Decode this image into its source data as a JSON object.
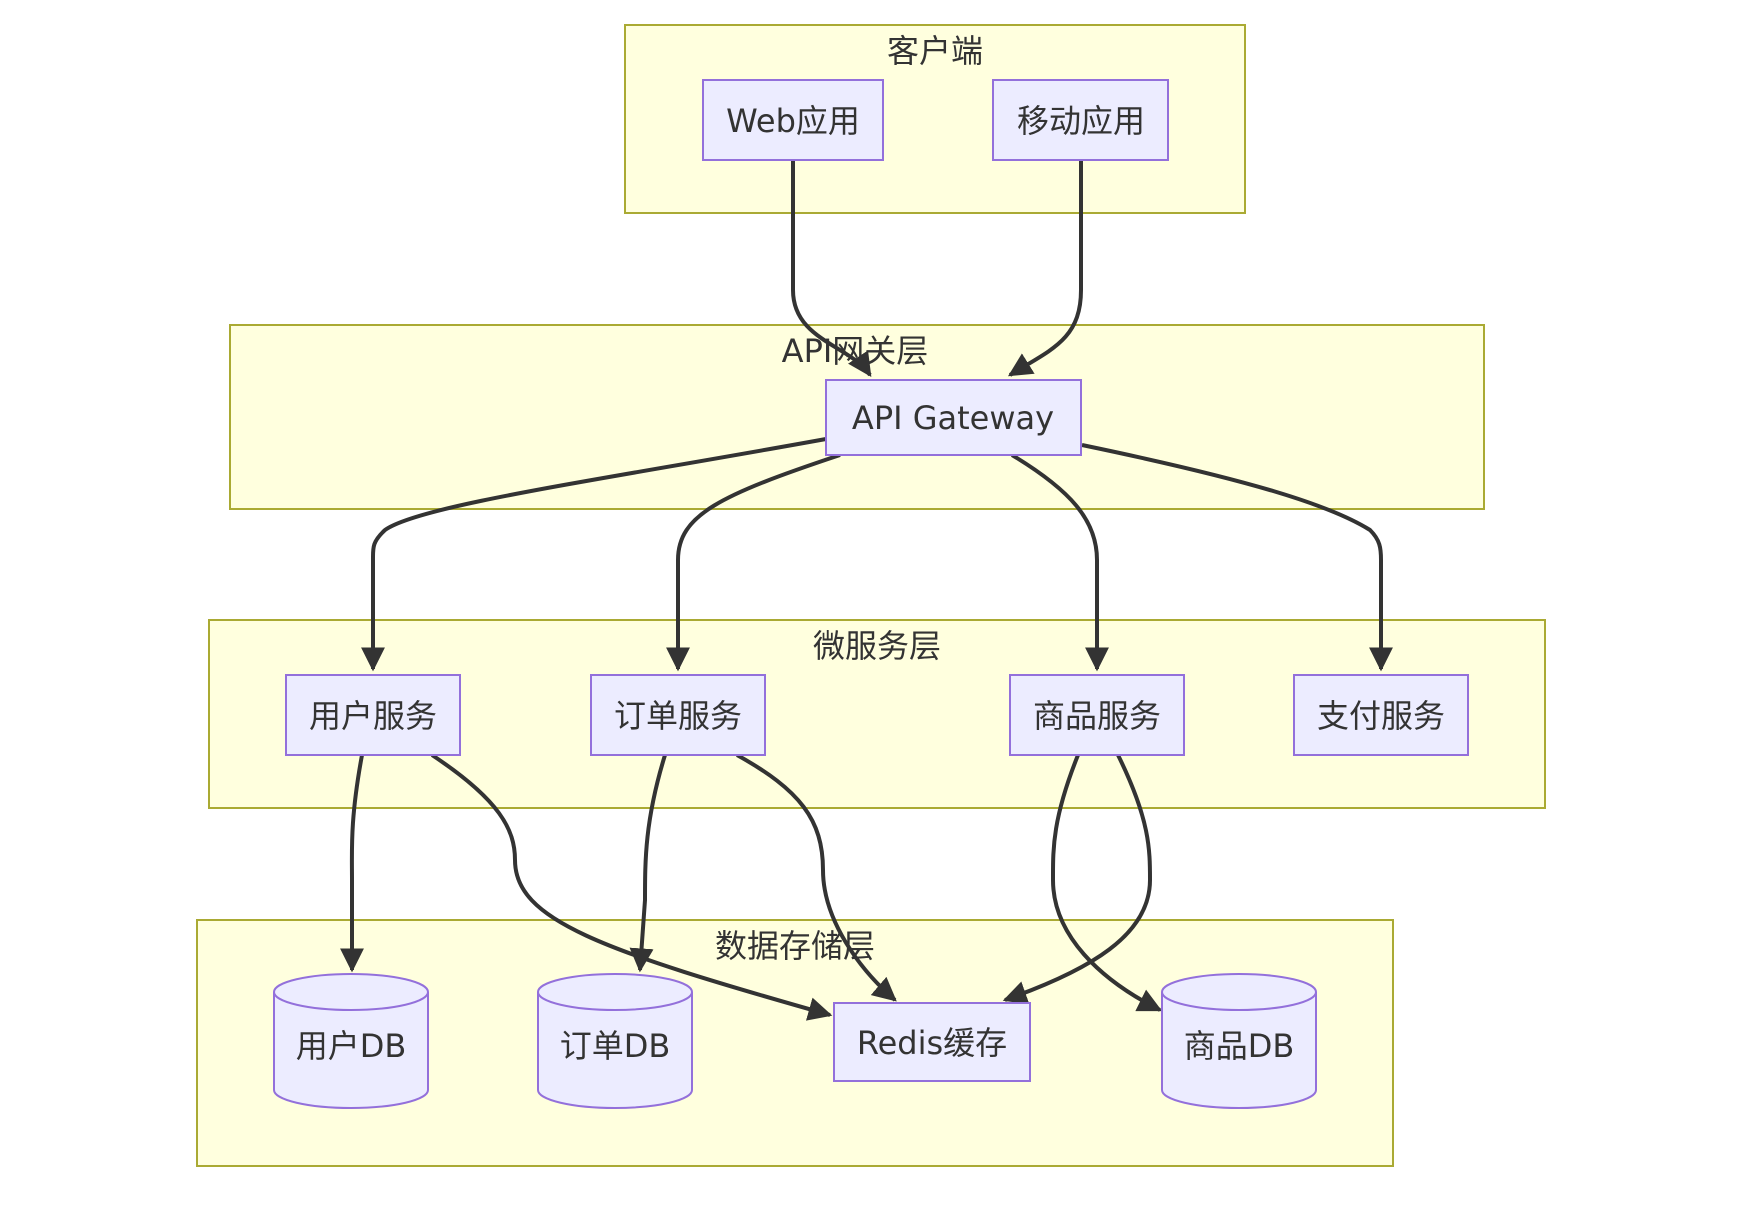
{
  "clusters": {
    "client": "客户端",
    "gateway": "API网关层",
    "services": "微服务层",
    "storage": "数据存储层"
  },
  "nodes": {
    "web_app": "Web应用",
    "mobile_app": "移动应用",
    "api_gateway": "API Gateway",
    "user_service": "用户服务",
    "order_service": "订单服务",
    "product_service": "商品服务",
    "payment_service": "支付服务",
    "user_db": "用户DB",
    "order_db": "订单DB",
    "redis_cache": "Redis缓存",
    "product_db": "商品DB"
  },
  "edges": [
    {
      "from": "Web应用",
      "to": "API Gateway"
    },
    {
      "from": "移动应用",
      "to": "API Gateway"
    },
    {
      "from": "API Gateway",
      "to": "用户服务"
    },
    {
      "from": "API Gateway",
      "to": "订单服务"
    },
    {
      "from": "API Gateway",
      "to": "商品服务"
    },
    {
      "from": "API Gateway",
      "to": "支付服务"
    },
    {
      "from": "用户服务",
      "to": "用户DB"
    },
    {
      "from": "用户服务",
      "to": "Redis缓存"
    },
    {
      "from": "订单服务",
      "to": "订单DB"
    },
    {
      "from": "订单服务",
      "to": "Redis缓存"
    },
    {
      "from": "商品服务",
      "to": "商品DB"
    },
    {
      "from": "商品服务",
      "to": "Redis缓存"
    }
  ],
  "colors": {
    "cluster_fill": "#ffffde",
    "cluster_stroke": "#aaaa33",
    "node_fill": "#ececff",
    "node_stroke": "#9370db",
    "edge": "#333333",
    "text": "#333333"
  }
}
